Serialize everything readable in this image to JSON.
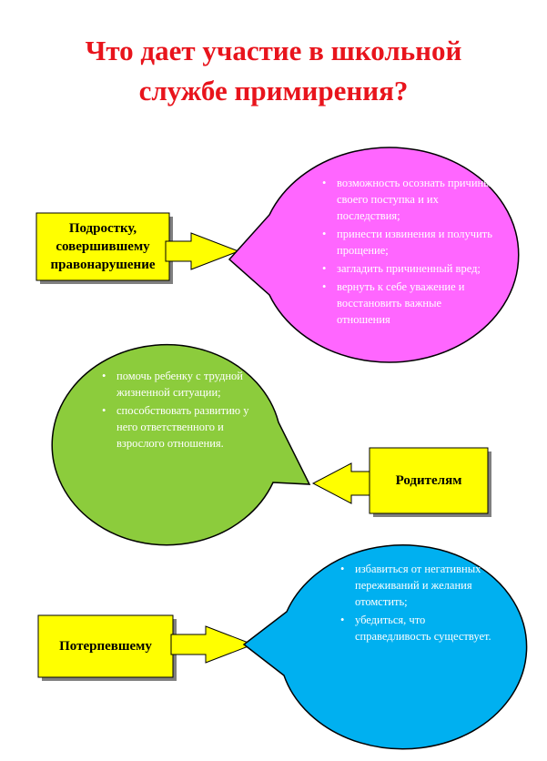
{
  "title": {
    "line1": "Что дает участие в школьной",
    "line2": "службе примирения?"
  },
  "colors": {
    "title": "#e8141c",
    "box": "#ffff00",
    "arrow": "#ffff00",
    "bubble_teen": "#ff66ff",
    "bubble_parents": "#8ccc3c",
    "bubble_victim": "#00b0f0",
    "bubble_text": "#ffffff",
    "outline": "#000000"
  },
  "teen": {
    "label": "Подростку, совершившему правонарушение",
    "items": [
      "возможность осознать причины своего поступка и их последствия;",
      "принести извинения и получить прощение;",
      "загладить причиненный вред;",
      "вернуть к себе уважение и восстановить важные отношения"
    ]
  },
  "parents": {
    "label": "Родителям",
    "items": [
      "помочь ребенку с трудной жизненной ситуации;",
      "способствовать развитию у него ответственного и взрослого отношения."
    ]
  },
  "victim": {
    "label": "Потерпевшему",
    "items": [
      "избавиться от негативных переживаний и желания отомстить;",
      "убедиться, что справедливость существует."
    ]
  }
}
